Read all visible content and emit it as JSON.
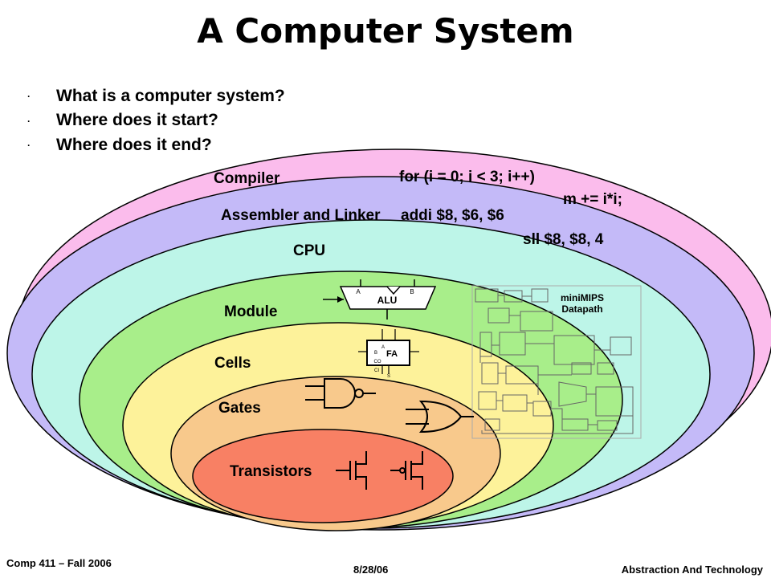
{
  "slide": {
    "title": "A Computer System",
    "bullets": [
      "What is a computer system?",
      "Where does it start?",
      "Where does it end?"
    ]
  },
  "layers": {
    "compiler": "Compiler",
    "assembler": "Assembler and Linker",
    "cpu": "CPU",
    "module": "Module",
    "cells": "Cells",
    "gates": "Gates",
    "transistors": "Transistors"
  },
  "code": {
    "line1": "for (i = 0; i < 3; i++)",
    "line2": "m += i*i;",
    "line3": "addi $8, $6, $6",
    "line4": "sll $8, $8, 4"
  },
  "figures": {
    "alu_label": "ALU",
    "alu_a": "A",
    "alu_b": "B",
    "fa_label": "FA",
    "fa_a": "A",
    "fa_b": "B",
    "fa_co": "CO",
    "fa_ci": "CI",
    "fa_s": "S",
    "datapath_title": "miniMIPS",
    "datapath_subtitle": "Datapath"
  },
  "colors": {
    "compiler": "#fbbcec",
    "assembler": "#c4baf8",
    "cpu": "#bdf5e8",
    "module": "#a8ee8a",
    "cells": "#fdf29a",
    "gates": "#f8c98c",
    "transistors": "#f88064"
  },
  "footer": {
    "course": "Comp 411 – Fall 2006",
    "date": "8/28/06",
    "topic": "Abstraction And Technology"
  }
}
